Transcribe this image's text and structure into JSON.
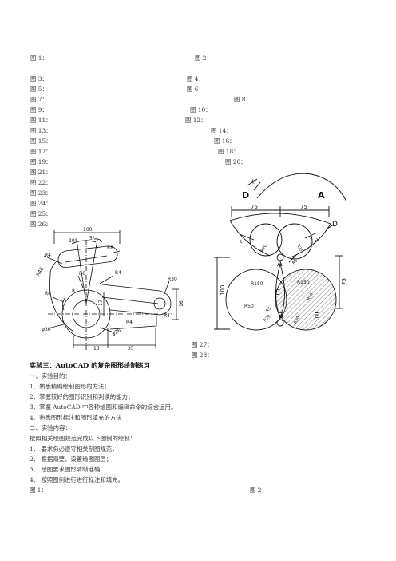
{
  "fig_labels": [
    "图 1：",
    "图 2：",
    "图 3：",
    "图 4：",
    "图 5：",
    "图 6：",
    "图 7：",
    "图 8：",
    "图 9：",
    "图 10：",
    "图 11：",
    "图 12：",
    "图 13：",
    "图 14：",
    "图 15：",
    "图 16：",
    "图 17：",
    "图 18：",
    "图 19：",
    "图 20：",
    "图 21：",
    "图 22：",
    "图 23：",
    "图 24：",
    "图 25：",
    "图 26："
  ],
  "fig27": "图 27：",
  "fig28": "图 28：",
  "section_title": "实验三：AutoCAD 的复杂图形绘制练习",
  "purpose_heading": "一、实验目的：",
  "purpose_items": [
    "1、熟悉精确绘制图形的方法；",
    "2、掌握较好的图形识别和判读的能力；",
    "3、掌握 AutoCAD 中各种绘图和编辑命令的综合运用。",
    "4、熟悉图形标注和图形填充的方法"
  ],
  "content_heading": "二、实验内容：",
  "content_intro": "按照相关绘图规范完成以下图例的绘制：",
  "content_items": [
    "1、 要求务必遵守相关制图规范；",
    "2、 根据需要，设置绘图图层；",
    "3、 绘图要求图形清晰准确",
    "4、 按照图例进行进行标注和填充。"
  ],
  "bottom_fig1": "图 1：",
  "bottom_fig2": "图 2：",
  "drawing_left": {
    "d100": "100",
    "a20": "20°",
    "a5": "5°",
    "r8": "R8",
    "r4a": "R4",
    "r46": "R46",
    "r6": "R6",
    "r4b": "R4",
    "r30": "R30",
    "r4c": "R4",
    "d8": "8",
    "d17": "17",
    "d16": "16",
    "r4d": "R4",
    "r4e": "R4",
    "phi30": "φ30",
    "phi26": "φ26",
    "d13": "13",
    "d35": "35"
  },
  "drawing_right": {
    "D1": "D",
    "A1": "A",
    "d75a": "75",
    "d75b": "75",
    "D2": "D",
    "H1": "H",
    "H2": "H",
    "R20": "R20",
    "R25": "R25",
    "R5": "R5",
    "A2": "A",
    "R150a": "R150",
    "R150b": "R150",
    "C": "C",
    "d100": "100",
    "d75": "75",
    "R50": "R50",
    "R5b": "R5",
    "R20b": "R20",
    "B": "B",
    "R50b": "R50",
    "R50c": "R50",
    "E": "E",
    "d15": "15"
  }
}
